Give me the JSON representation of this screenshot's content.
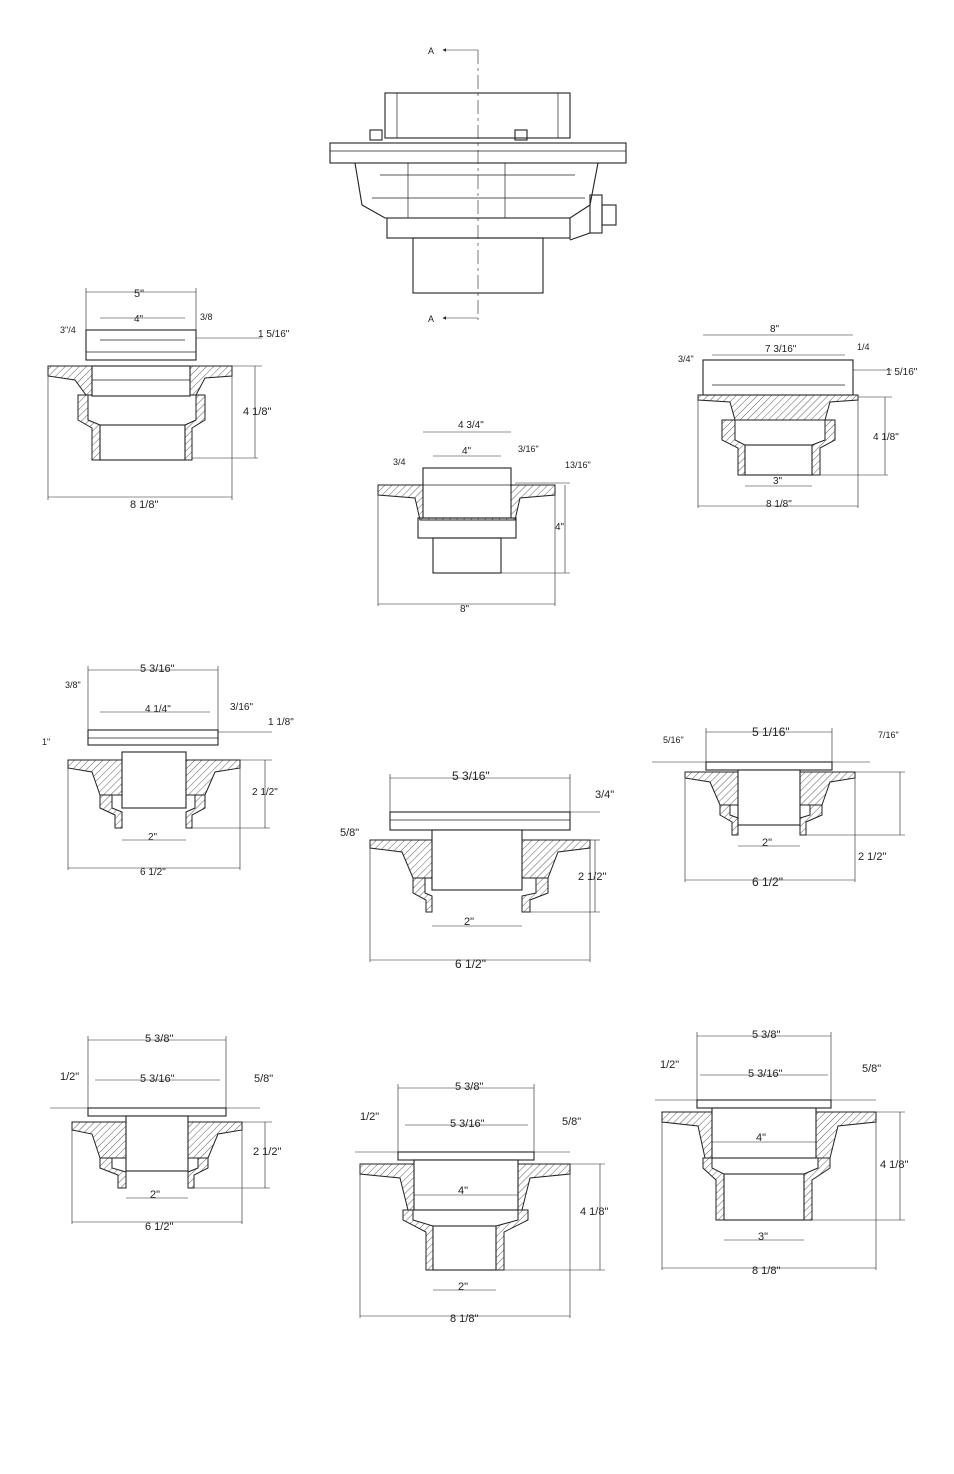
{
  "section_marker": "A",
  "views": [
    {
      "id": "view-1",
      "labels": [
        "5\"",
        "4\"",
        "3\"/4",
        "3/8",
        "1 5/16\"",
        "4 1/8\"",
        "8 1/8\""
      ]
    },
    {
      "id": "view-2",
      "labels": [
        "4 3/4\"",
        "4\"",
        "3/4",
        "3/16\"",
        "13/16\"",
        "4\"",
        "8\""
      ]
    },
    {
      "id": "view-3",
      "labels": [
        "8\"",
        "7 3/16\"",
        "3/4\"",
        "1/4",
        "1 5/16\"",
        "4 1/8\"",
        "3\"",
        "8 1/8\""
      ]
    },
    {
      "id": "view-4",
      "labels": [
        "5 3/16\"",
        "4 1/4\"",
        "3/8\"",
        "3/16\"",
        "1 1/8\"",
        "1\"",
        "2 1/2\"",
        "2\"",
        "6 1/2\""
      ]
    },
    {
      "id": "view-5",
      "labels": [
        "5 3/16\"",
        "3/4\"",
        "5/8\"",
        "2 1/2\"",
        "2\"",
        "6 1/2\""
      ]
    },
    {
      "id": "view-6",
      "labels": [
        "5 1/16\"",
        "5/16\"",
        "7/16\"",
        "2\"",
        "2 1/2\"",
        "6 1/2\""
      ]
    },
    {
      "id": "view-7",
      "labels": [
        "5 3/8\"",
        "1/2\"",
        "5 3/16\"",
        "5/8\"",
        "2 1/2\"",
        "2\"",
        "6 1/2\""
      ]
    },
    {
      "id": "view-8",
      "labels": [
        "5 3/8\"",
        "1/2\"",
        "5 3/16\"",
        "5/8\"",
        "4\"",
        "4 1/8\"",
        "2\"",
        "8 1/8\""
      ]
    },
    {
      "id": "view-9",
      "labels": [
        "5 3/8\"",
        "1/2\"",
        "5 3/16\"",
        "5/8\"",
        "4\"",
        "4 1/8\"",
        "3\"",
        "8 1/8\""
      ]
    }
  ]
}
